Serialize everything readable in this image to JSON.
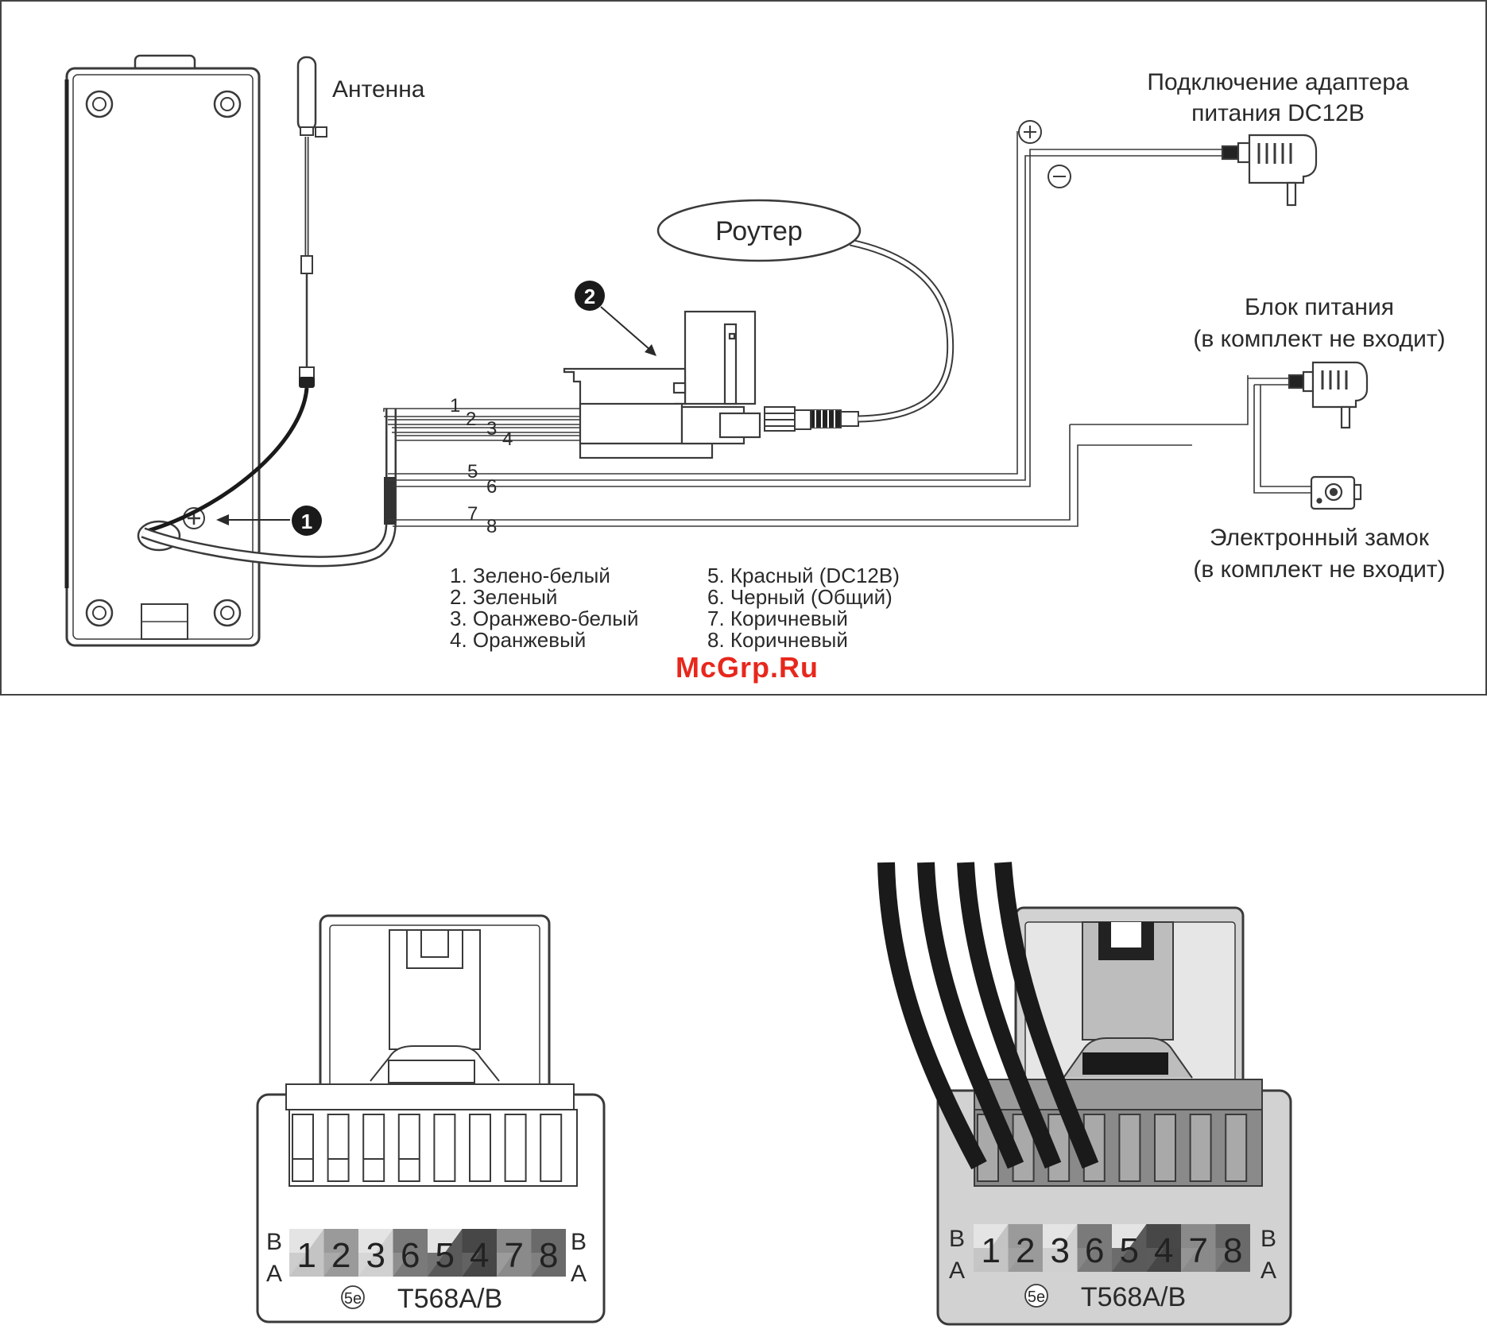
{
  "labels": {
    "antenna": "Антенна",
    "router": "Роутер",
    "adapter_line1": "Подключение адаптера",
    "adapter_line2": "питания DC12В",
    "psu_line1": "Блок питания",
    "psu_line2": "(в комплект не входит)",
    "lock_line1": "Электронный замок",
    "lock_line2": "(в комплект не входит)",
    "callout_1": "1",
    "callout_2": "2",
    "plus": "+",
    "minus": "−"
  },
  "wire_numbers": [
    "1",
    "2",
    "3",
    "4",
    "5",
    "6",
    "7",
    "8"
  ],
  "legend": {
    "left": [
      "1. Зелено-белый",
      "2. Зеленый",
      "3. Оранжево-белый",
      "4. Оранжевый"
    ],
    "right": [
      "5. Красный (DC12В)",
      "6. Черный (Общий)",
      "7. Коричневый",
      "8. Коричневый"
    ]
  },
  "watermark": "McGrp.Ru",
  "connectors": {
    "pin_order": [
      "1",
      "2",
      "3",
      "6",
      "5",
      "4",
      "7",
      "8"
    ],
    "side_b": "B",
    "side_a": "A",
    "category": "5e",
    "standard": "T568A/B"
  },
  "colors": {
    "outline": "#3a3a3a",
    "wire_dark": "#1a1a1a",
    "housing_gray": "#d2d2d2",
    "watermark": "#e8271c"
  }
}
